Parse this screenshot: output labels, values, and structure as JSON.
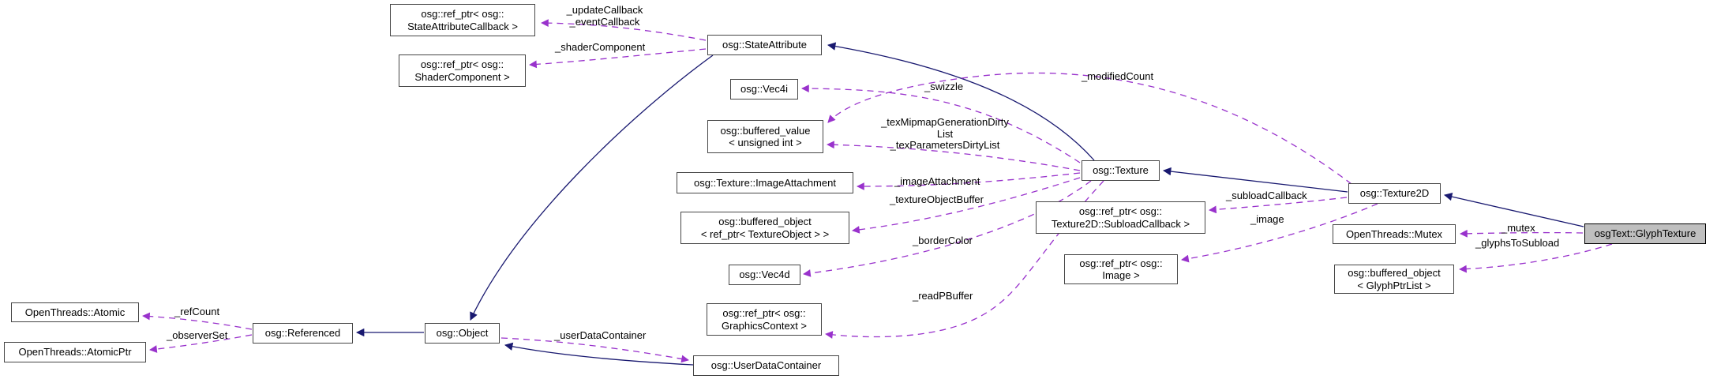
{
  "meta": {
    "colors": {
      "background": "#ffffff",
      "inheritance_edge": "#191970",
      "usage_edge": "#9932cc",
      "node_border": "#464646",
      "node_fill": "#ffffff",
      "highlight_node_fill": "#bfbfbf",
      "highlight_node_border": "#000000",
      "text": "#000000"
    }
  },
  "nodes": {
    "ref_ptr_stateattributecallback": {
      "label": "osg::ref_ptr< osg::\nStateAttributeCallback >"
    },
    "ref_ptr_shadercomponent": {
      "label": "osg::ref_ptr< osg::\nShaderComponent >"
    },
    "stateattribute": {
      "label": "osg::StateAttribute"
    },
    "vec4i": {
      "label": "osg::Vec4i"
    },
    "buffered_value_uint": {
      "label": "osg::buffered_value\n< unsigned int >"
    },
    "imageattachment": {
      "label": "osg::Texture::ImageAttachment"
    },
    "buffered_object_textureobject": {
      "label": "osg::buffered_object\n< ref_ptr< TextureObject > >"
    },
    "vec4d": {
      "label": "osg::Vec4d"
    },
    "ref_ptr_graphicscontext": {
      "label": "osg::ref_ptr< osg::\nGraphicsContext >"
    },
    "userdatacontainer": {
      "label": "osg::UserDataContainer"
    },
    "atomic": {
      "label": "OpenThreads::Atomic"
    },
    "atomicptr": {
      "label": "OpenThreads::AtomicPtr"
    },
    "referenced": {
      "label": "osg::Referenced"
    },
    "object": {
      "label": "osg::Object"
    },
    "texture": {
      "label": "osg::Texture"
    },
    "ref_ptr_subloadcallback": {
      "label": "osg::ref_ptr< osg::\nTexture2D::SubloadCallback >"
    },
    "ref_ptr_image": {
      "label": "osg::ref_ptr< osg::\nImage >"
    },
    "texture2d": {
      "label": "osg::Texture2D"
    },
    "mutex": {
      "label": "OpenThreads::Mutex"
    },
    "buffered_object_glyphptrlist": {
      "label": "osg::buffered_object\n< GlyphPtrList >"
    },
    "glyphtexture": {
      "label": "osgText::GlyphTexture"
    }
  },
  "edge_labels": {
    "update_event_callback": "_updateCallback\n_eventCallback",
    "shader_component": "_shaderComponent",
    "swizzle": "_swizzle",
    "modified_count": "_modifiedCount",
    "dirty_lists": "_texMipmapGenerationDirty\nList\n_texParametersDirtyList",
    "image_attachment": "_imageAttachment",
    "texture_object_buffer": "_textureObjectBuffer",
    "border_color": "_borderColor",
    "read_pbuffer": "_readPBuffer",
    "subload_callback": "_subloadCallback",
    "image": "_image",
    "mutex": "_mutex",
    "glyphs_to_subload": "_glyphsToSubload",
    "ref_count": "_refCount",
    "observer_set": "_observerSet",
    "user_data_container": "_userDataContainer"
  }
}
